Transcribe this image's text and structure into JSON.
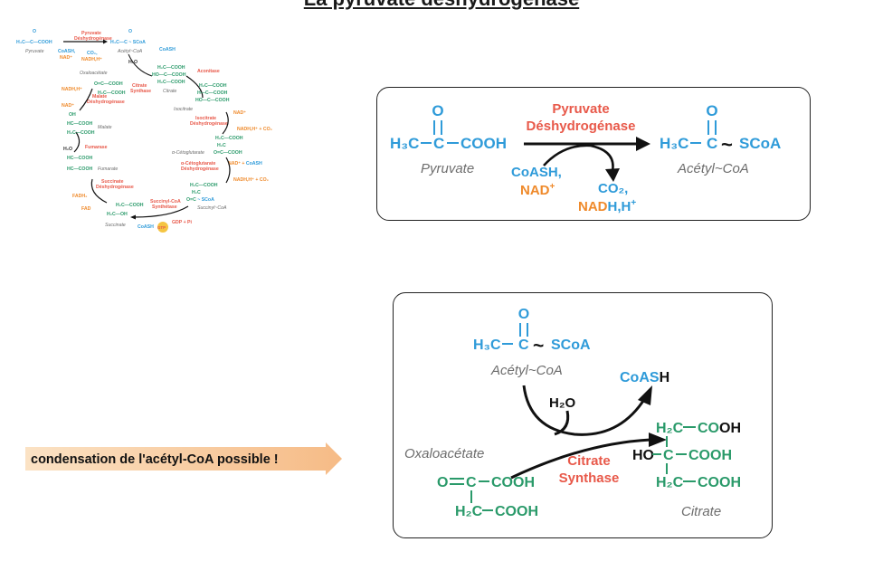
{
  "title": "La pyruvate déshydrogénase",
  "colors": {
    "blue": "#2f9bd9",
    "orange": "#ef8a2b",
    "green": "#2a9a6a",
    "red": "#e8594a",
    "grey": "#6d6d6d",
    "black": "#1a1a1a"
  },
  "mini": {
    "pyruvate": "Pyruvate",
    "acetyl": "Acétyl~CoA",
    "pdh1": "Pyruvate",
    "pdh2": "Déshydrogénase",
    "coash": "CoASH,",
    "nad": "NAD⁺",
    "co2": "CO₂,",
    "nadh": "NADH,H⁺",
    "oxalo": "Oxaloacétate",
    "cs1": "Citrate",
    "cs2": "Synthase",
    "citrate": "Citrate",
    "aconitase": "Aconitase",
    "isocitrate": "Isocitrate",
    "icdh1": "Isocitrate",
    "icdh2": "Déshydrogénase",
    "akg": "α-Cétoglutarate",
    "akgdh1": "α-Cétoglutarate",
    "akgdh2": "Déshydrogénase",
    "succoa": "Succinyl~CoA",
    "scs1": "Succinyl-CoA",
    "scs2": "Synthétase",
    "succinate": "Succinate",
    "fumarase": "Fumarase",
    "fumarate": "Fumarate",
    "sdh1": "Succinate",
    "sdh2": "Déshydrogénase",
    "malate": "Malate",
    "mdh1": "Malate",
    "mdh2": "Déshydrogénase",
    "gtp": "GTP",
    "gdp": "GDP + Pi",
    "fadh2": "FADH₂",
    "fad": "FAD",
    "h2o": "H₂O",
    "nadh_short": "NADH,H⁺",
    "co2b": "+ CO₂"
  },
  "reaction1": {
    "h3c": "H₃C",
    "c": "C",
    "o": "O",
    "cooh": "COOH",
    "pyruvate": "Pyruvate",
    "enzyme_line1": "Pyruvate",
    "enzyme_line2": "Déshydrogénase",
    "coash": "CoASH,",
    "nad": "NAD",
    "nad_sup": "+",
    "co2": "CO₂,",
    "nadh_nad": "NAD",
    "nadh_rest": "H,H",
    "nadh_sup": "+",
    "scoa": "SCoA",
    "tilde": "~",
    "acetyl": "Acétyl~CoA"
  },
  "reaction2": {
    "o": "O",
    "h3c": "H₃C",
    "c": "C",
    "tilde": "~",
    "scoa": "SCoA",
    "acetyl": "Acétyl~CoA",
    "coash_a": "CoAS",
    "coash_b": "H",
    "h2o": "H₂O",
    "oxalo": "Oxaloacétate",
    "oxalo_o": "O",
    "oxalo_c": "C",
    "oxalo_cooh": "COOH",
    "oxalo_h2c": "H₂C",
    "oxalo_cooh2": "COOH",
    "enzyme_line1": "Citrate",
    "enzyme_line2": "Synthase",
    "cit_h2c": "H₂C",
    "cit_co": "CO",
    "cit_oh": "OH",
    "cit_ho": "HO",
    "cit_c": "C",
    "cit_cooh": "COOH",
    "cit_h2c2": "H₂C",
    "cit_cooh2": "COOH",
    "citrate": "Citrate"
  },
  "callout": {
    "text": "condensation de l'acétyl-CoA possible !"
  }
}
